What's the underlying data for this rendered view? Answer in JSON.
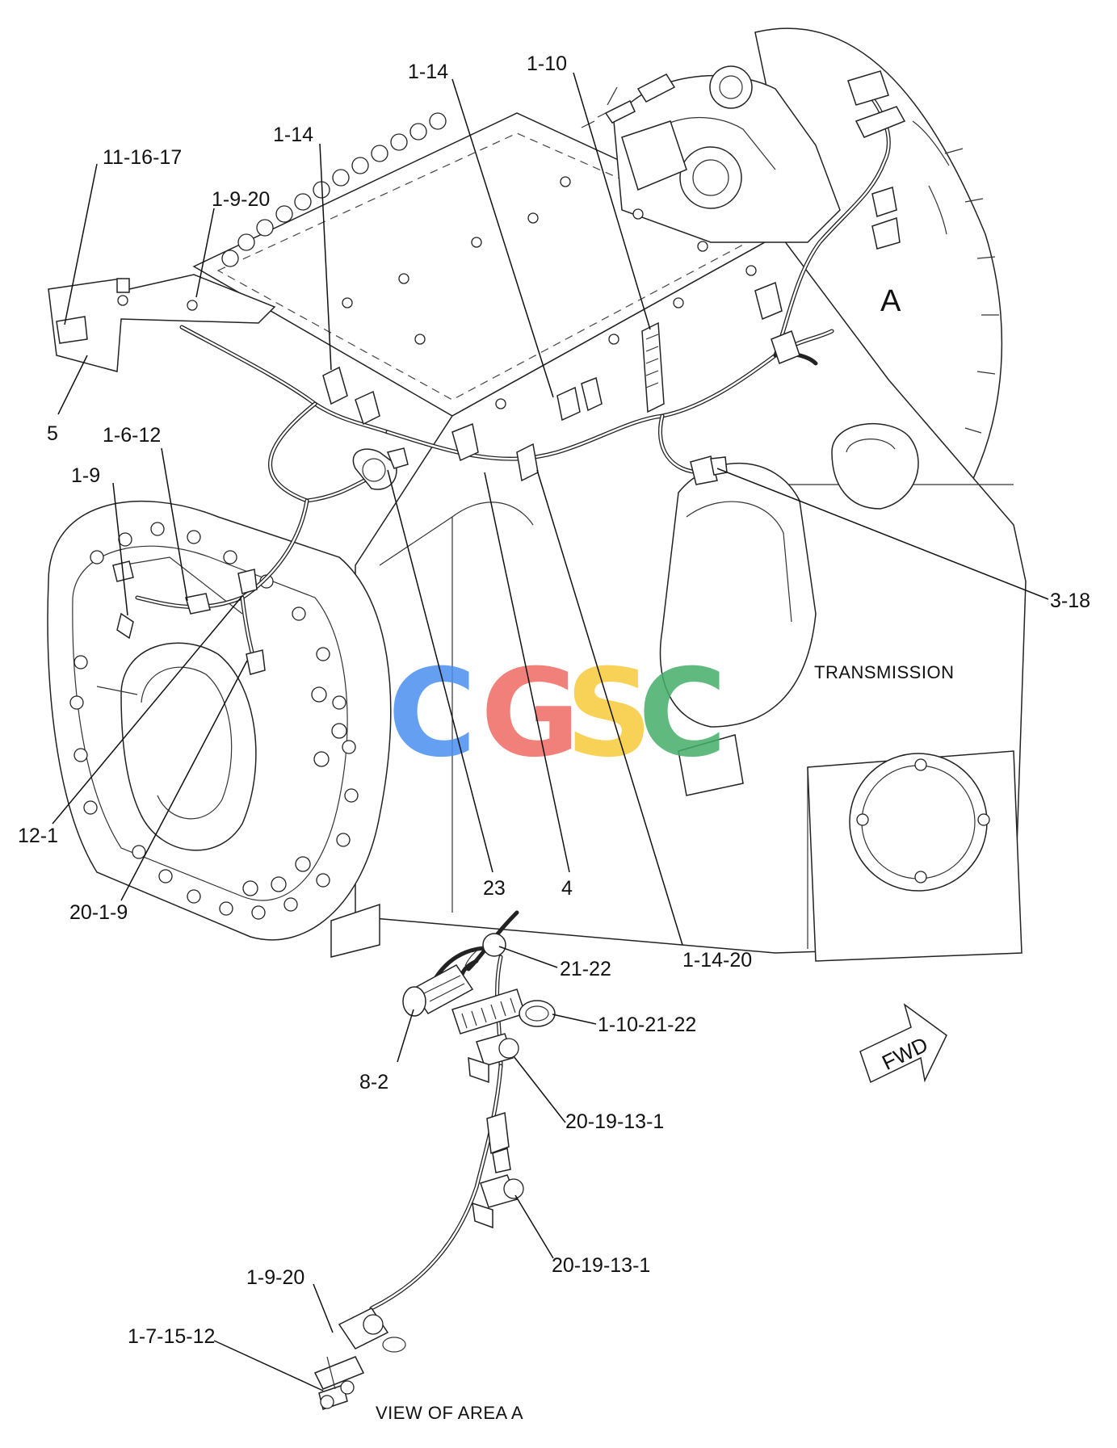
{
  "labels": {
    "l_1_14_a": "1-14",
    "l_1_10": "1-10",
    "l_1_14_b": "1-14",
    "l_11_16_17": "11-16-17",
    "l_1_9_20_a": "1-9-20",
    "l_area_a": "A",
    "l_5": "5",
    "l_1_6_12": "1-6-12",
    "l_1_9": "1-9",
    "l_3_18": "3-18",
    "l_transmission": "TRANSMISSION",
    "l_12_1": "12-1",
    "l_20_1_9": "20-1-9",
    "l_23": "23",
    "l_4": "4",
    "l_1_14_20": "1-14-20",
    "l_21_22": "21-22",
    "l_1_10_21_22": "1-10-21-22",
    "l_8_2": "8-2",
    "l_fwd": "FWD",
    "l_20_19_13_1_a": "20-19-13-1",
    "l_20_19_13_1_b": "20-19-13-1",
    "l_1_9_20_b": "1-9-20",
    "l_1_7_15_12": "1-7-15-12",
    "l_view_area_a": "VIEW OF AREA  A"
  },
  "watermark": {
    "letters": [
      "C",
      "G",
      "S",
      "C"
    ],
    "colors": [
      "#4a8ff0",
      "#ee6b62",
      "#f7cb3a",
      "#45ae6a"
    ]
  },
  "colors": {
    "line": "#222222",
    "background": "#ffffff"
  }
}
